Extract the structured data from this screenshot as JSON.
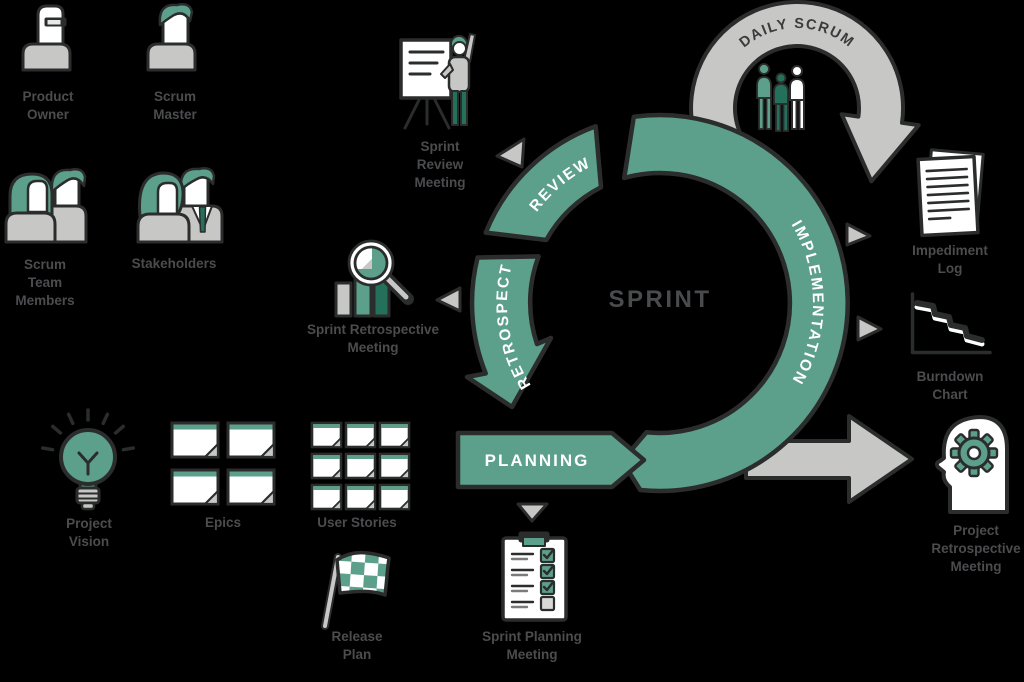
{
  "colors": {
    "background": "#000000",
    "green": "#5C9F8B",
    "green_dark": "#24705A",
    "gray": "#C7C8C6",
    "outline": "#2B2C2C",
    "label_text": "#4B4C4E",
    "white": "#FFFFFF"
  },
  "cycle": {
    "center_label": "SPRINT",
    "review": "REVIEW",
    "retrospect": "RETROSPECT",
    "planning": "PLANNING",
    "implementation": "IMPLEMENTATION",
    "daily_scrum": "DAILY SCRUM"
  },
  "labels": {
    "product_owner": [
      "Product",
      "Owner"
    ],
    "scrum_master": [
      "Scrum",
      "Master"
    ],
    "scrum_team_members": [
      "Scrum",
      "Team",
      "Members"
    ],
    "stakeholders": [
      "Stakeholders"
    ],
    "sprint_review_meeting": [
      "Sprint",
      "Review",
      "Meeting"
    ],
    "sprint_retrospective_meeting": [
      "Sprint Retrospective",
      "Meeting"
    ],
    "impediment_log": [
      "Impediment",
      "Log"
    ],
    "burndown_chart": [
      "Burndown",
      "Chart"
    ],
    "project_vision": [
      "Project",
      "Vision"
    ],
    "epics": [
      "Epics"
    ],
    "user_stories": [
      "User Stories"
    ],
    "release_plan": [
      "Release",
      "Plan"
    ],
    "sprint_planning_meeting": [
      "Sprint Planning",
      "Meeting"
    ],
    "project_retrospective_meeting": [
      "Project",
      "Retrospective",
      "Meeting"
    ]
  },
  "icons": [
    "product-owner-icon",
    "scrum-master-icon",
    "scrum-team-members-icon",
    "stakeholders-icon",
    "presentation-board-icon",
    "magnifier-chart-icon",
    "impediment-log-document-icon",
    "burndown-chart-icon",
    "lightbulb-icon",
    "sticky-notes-epics-icon",
    "sticky-notes-user-stories-icon",
    "checkered-flag-icon",
    "clipboard-checklist-icon",
    "head-gear-icon",
    "daily-scrum-team-icon"
  ]
}
